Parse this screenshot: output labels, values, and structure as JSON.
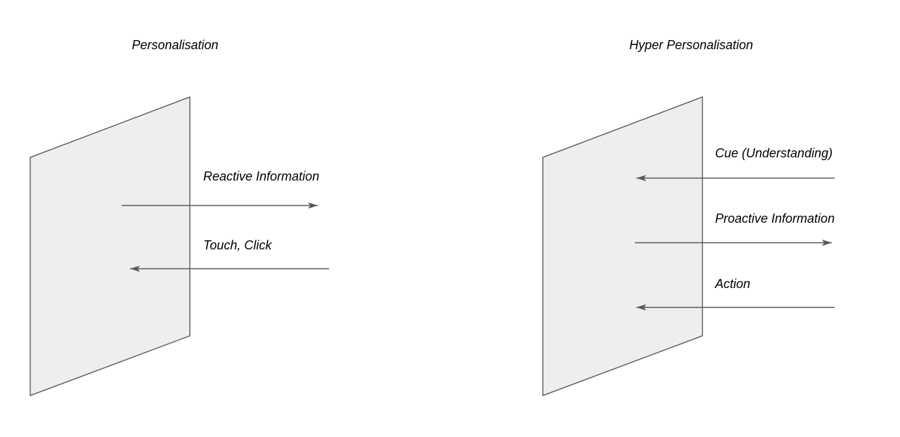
{
  "diagram": {
    "left_panel": {
      "title": "Personalisation",
      "flows": [
        {
          "label": "Reactive Information",
          "direction": "outgoing-right"
        },
        {
          "label": "Touch, Click",
          "direction": "incoming-left"
        }
      ]
    },
    "right_panel": {
      "title": "Hyper Personalisation",
      "flows": [
        {
          "label": "Cue (Understanding)",
          "direction": "incoming-left"
        },
        {
          "label": "Proactive Information",
          "direction": "outgoing-right"
        },
        {
          "label": "Action",
          "direction": "incoming-left"
        }
      ]
    },
    "icons": [
      {
        "name": "screen-parallelogram",
        "meaning": "device screen drawn in perspective"
      },
      {
        "name": "arrow-right-icon",
        "meaning": "information flowing out of screen"
      },
      {
        "name": "arrow-left-icon",
        "meaning": "input flowing into screen"
      }
    ],
    "colors": {
      "canvas_bg": "#ffffff",
      "panel_fill": "#eeeeee",
      "panel_stroke": "#666666",
      "arrow_stroke": "#595959",
      "text_color": "#000000"
    }
  }
}
